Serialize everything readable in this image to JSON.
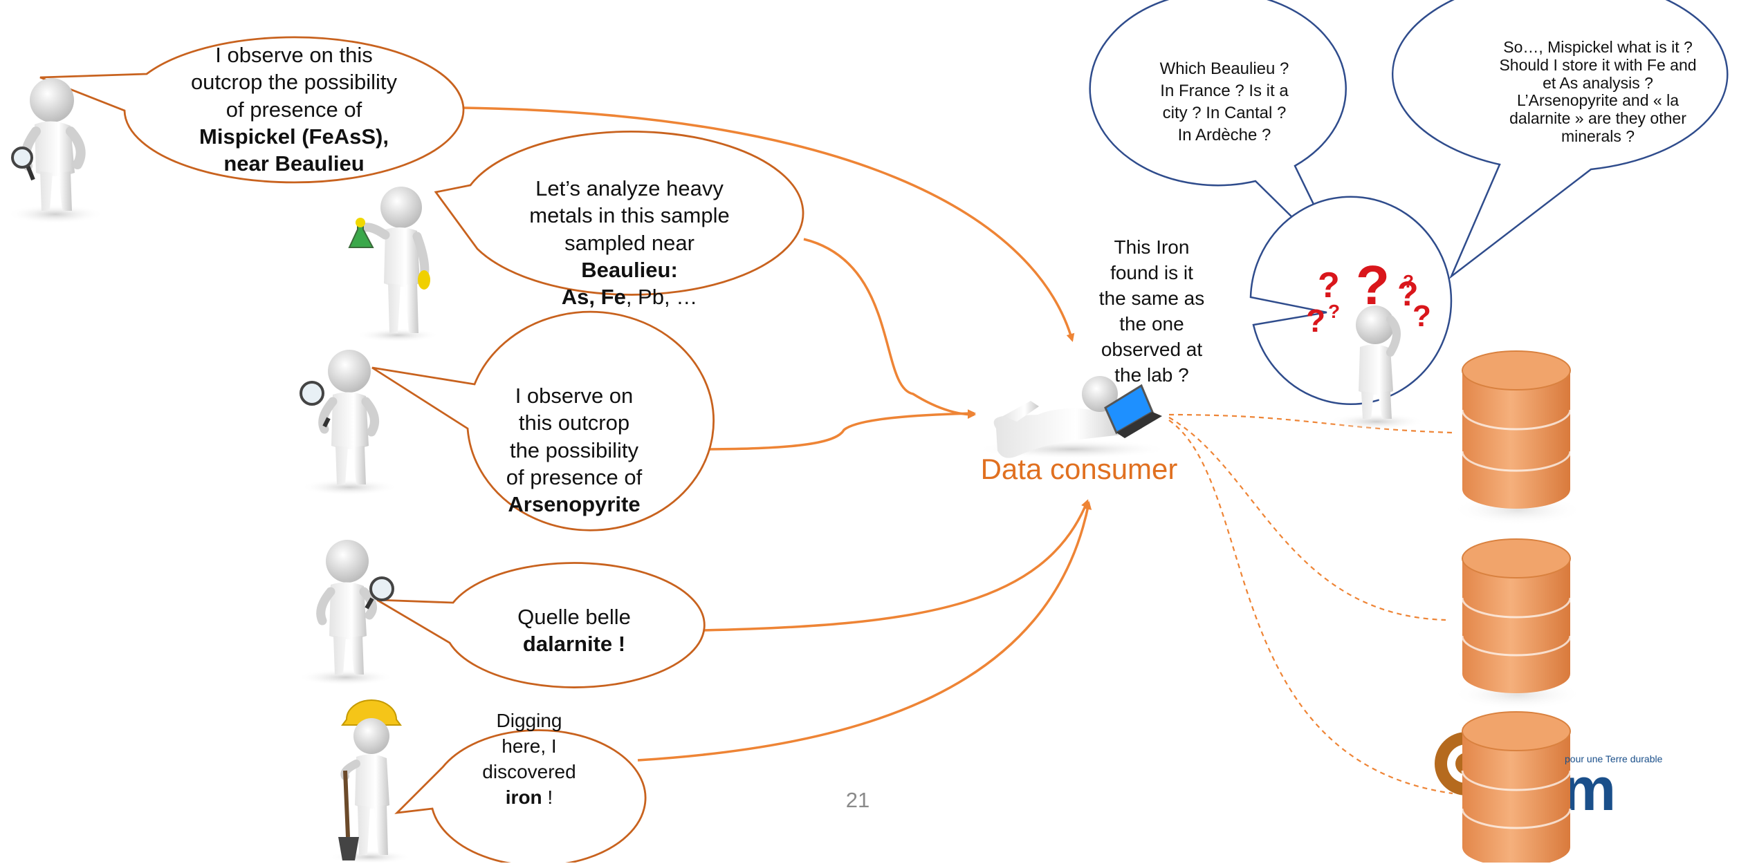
{
  "bubbles": {
    "geologist1": {
      "lines": [
        "I observe on this",
        "outcrop the possibility",
        "of presence of"
      ],
      "bold": [
        "Mispickel (FeAsS),",
        "near Beaulieu"
      ]
    },
    "chemist": {
      "lines": [
        "Let’s analyze heavy",
        "metals in this sample",
        "sampled near"
      ],
      "bold_line": "Beaulieu:",
      "elements": {
        "as_fe": "As, Fe",
        "rest": ", Pb, …"
      }
    },
    "geologist2": {
      "lines": [
        "I observe on",
        "this outcrop",
        "the possibility",
        "of presence of"
      ],
      "bold": "Arsenopyrite"
    },
    "geologist3": {
      "line": "Quelle belle",
      "bold": "dalarnite !"
    },
    "miner": {
      "lines": [
        "Digging",
        "here, I",
        "discovered"
      ],
      "bold": "iron",
      "tail": " !"
    },
    "consumer_question": {
      "lines": [
        "This Iron",
        "found is it",
        "the same as",
        "the one",
        "observed at",
        "the lab ?"
      ]
    },
    "beaulieu_question": {
      "lines": [
        "Which Beaulieu ?",
        "In France ? Is it a",
        "city ? In Cantal ?",
        "In Ardèche ?"
      ]
    },
    "mispickel_question": {
      "lines": [
        "So…, Mispickel what is it ?",
        "Should I store it with Fe and",
        "et As analysis ?",
        "L’Arsenopyrite and « la",
        "dalarnite » are they other",
        "minerals ?"
      ]
    }
  },
  "consumer_label": "Data consumer",
  "page_number": "21",
  "logo_text": "pour une Terre durable",
  "logo_letter": "m",
  "colors": {
    "orange_outline": "#C8621E",
    "arrow_orange": "#EE8435",
    "blue_outline": "#2F4C8C",
    "question_red": "#D9161B",
    "database": "#EE9A5A",
    "label_orange": "#E07020",
    "logo_blue": "#1a4f8a",
    "logo_brown": "#B56A1E"
  }
}
